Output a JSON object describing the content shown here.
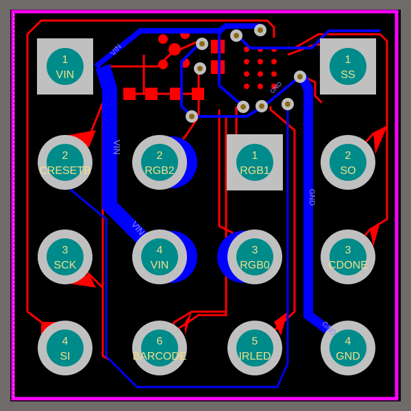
{
  "colors": {
    "background": "#6f6b69",
    "board": "#000000",
    "outline": "#ff00ff",
    "top_copper": "#ff0000",
    "bottom_copper": "#0000ff",
    "pad_ring": "#c0c0c0",
    "pad_center": "#008b8b",
    "via_hole": "#8b6914",
    "pad_text": "#f0e08a"
  },
  "pads": [
    {
      "number": "1",
      "net": "VIN",
      "shape": "square"
    },
    {
      "number": "1",
      "net": "SS",
      "shape": "square"
    },
    {
      "number": "2",
      "net": "CRESETB",
      "shape": "round"
    },
    {
      "number": "2",
      "net": "RGB2",
      "shape": "round"
    },
    {
      "number": "1",
      "net": "RGB1",
      "shape": "square"
    },
    {
      "number": "2",
      "net": "SO",
      "shape": "round"
    },
    {
      "number": "3",
      "net": "SCK",
      "shape": "round"
    },
    {
      "number": "4",
      "net": "VIN",
      "shape": "round"
    },
    {
      "number": "3",
      "net": "RGB0",
      "shape": "round"
    },
    {
      "number": "3",
      "net": "CDONE",
      "shape": "round"
    },
    {
      "number": "4",
      "net": "SI",
      "shape": "round"
    },
    {
      "number": "6",
      "net": "BARCODE",
      "shape": "round"
    },
    {
      "number": "5",
      "net": "IRLED",
      "shape": "round"
    },
    {
      "number": "4",
      "net": "GND",
      "shape": "round"
    }
  ],
  "net_labels": [
    "VIN",
    "VIN",
    "VIN",
    "GND",
    "GND",
    "GND"
  ]
}
